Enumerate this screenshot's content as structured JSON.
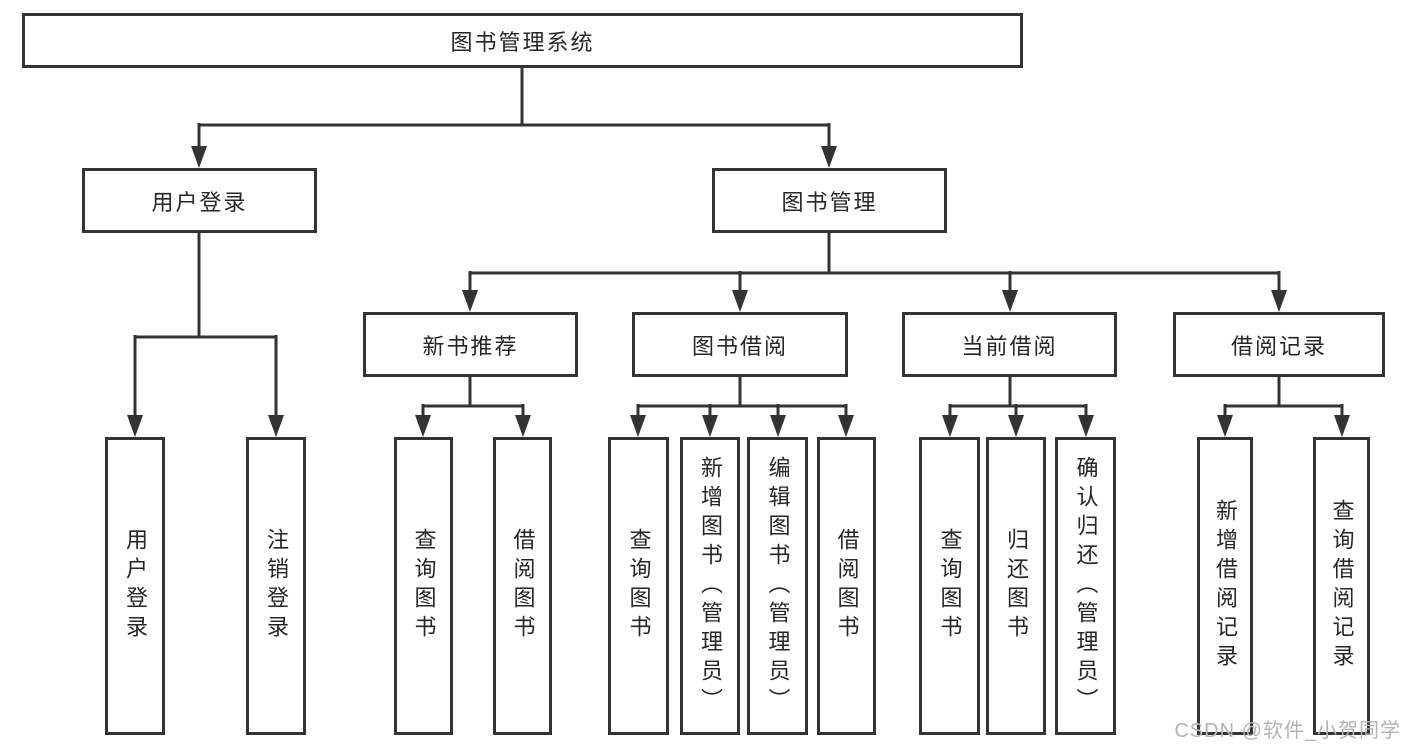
{
  "diagram": {
    "root": {
      "label": "图书管理系统"
    },
    "branches": [
      {
        "label": "用户登录",
        "leaves": [
          {
            "label": "用户登录"
          },
          {
            "label": "注销登录"
          }
        ]
      },
      {
        "label": "图书管理",
        "groups": [
          {
            "label": "新书推荐",
            "leaves": [
              {
                "label": "查询图书"
              },
              {
                "label": "借阅图书"
              }
            ]
          },
          {
            "label": "图书借阅",
            "leaves": [
              {
                "label": "查询图书"
              },
              {
                "label": "新增图书（管理员）"
              },
              {
                "label": "编辑图书（管理员）"
              },
              {
                "label": "借阅图书"
              }
            ]
          },
          {
            "label": "当前借阅",
            "leaves": [
              {
                "label": "查询图书"
              },
              {
                "label": "归还图书"
              },
              {
                "label": "确认归还（管理员）"
              }
            ]
          },
          {
            "label": "借阅记录",
            "leaves": [
              {
                "label": "新增借阅记录"
              },
              {
                "label": "查询借阅记录"
              }
            ]
          }
        ]
      }
    ]
  },
  "watermark": {
    "text": "CSDN @软件_小贺同学"
  },
  "colors": {
    "line": "#333333",
    "box_border": "#333333",
    "text": "#262626",
    "background": "#ffffff",
    "watermark": "#b3b3b3"
  }
}
